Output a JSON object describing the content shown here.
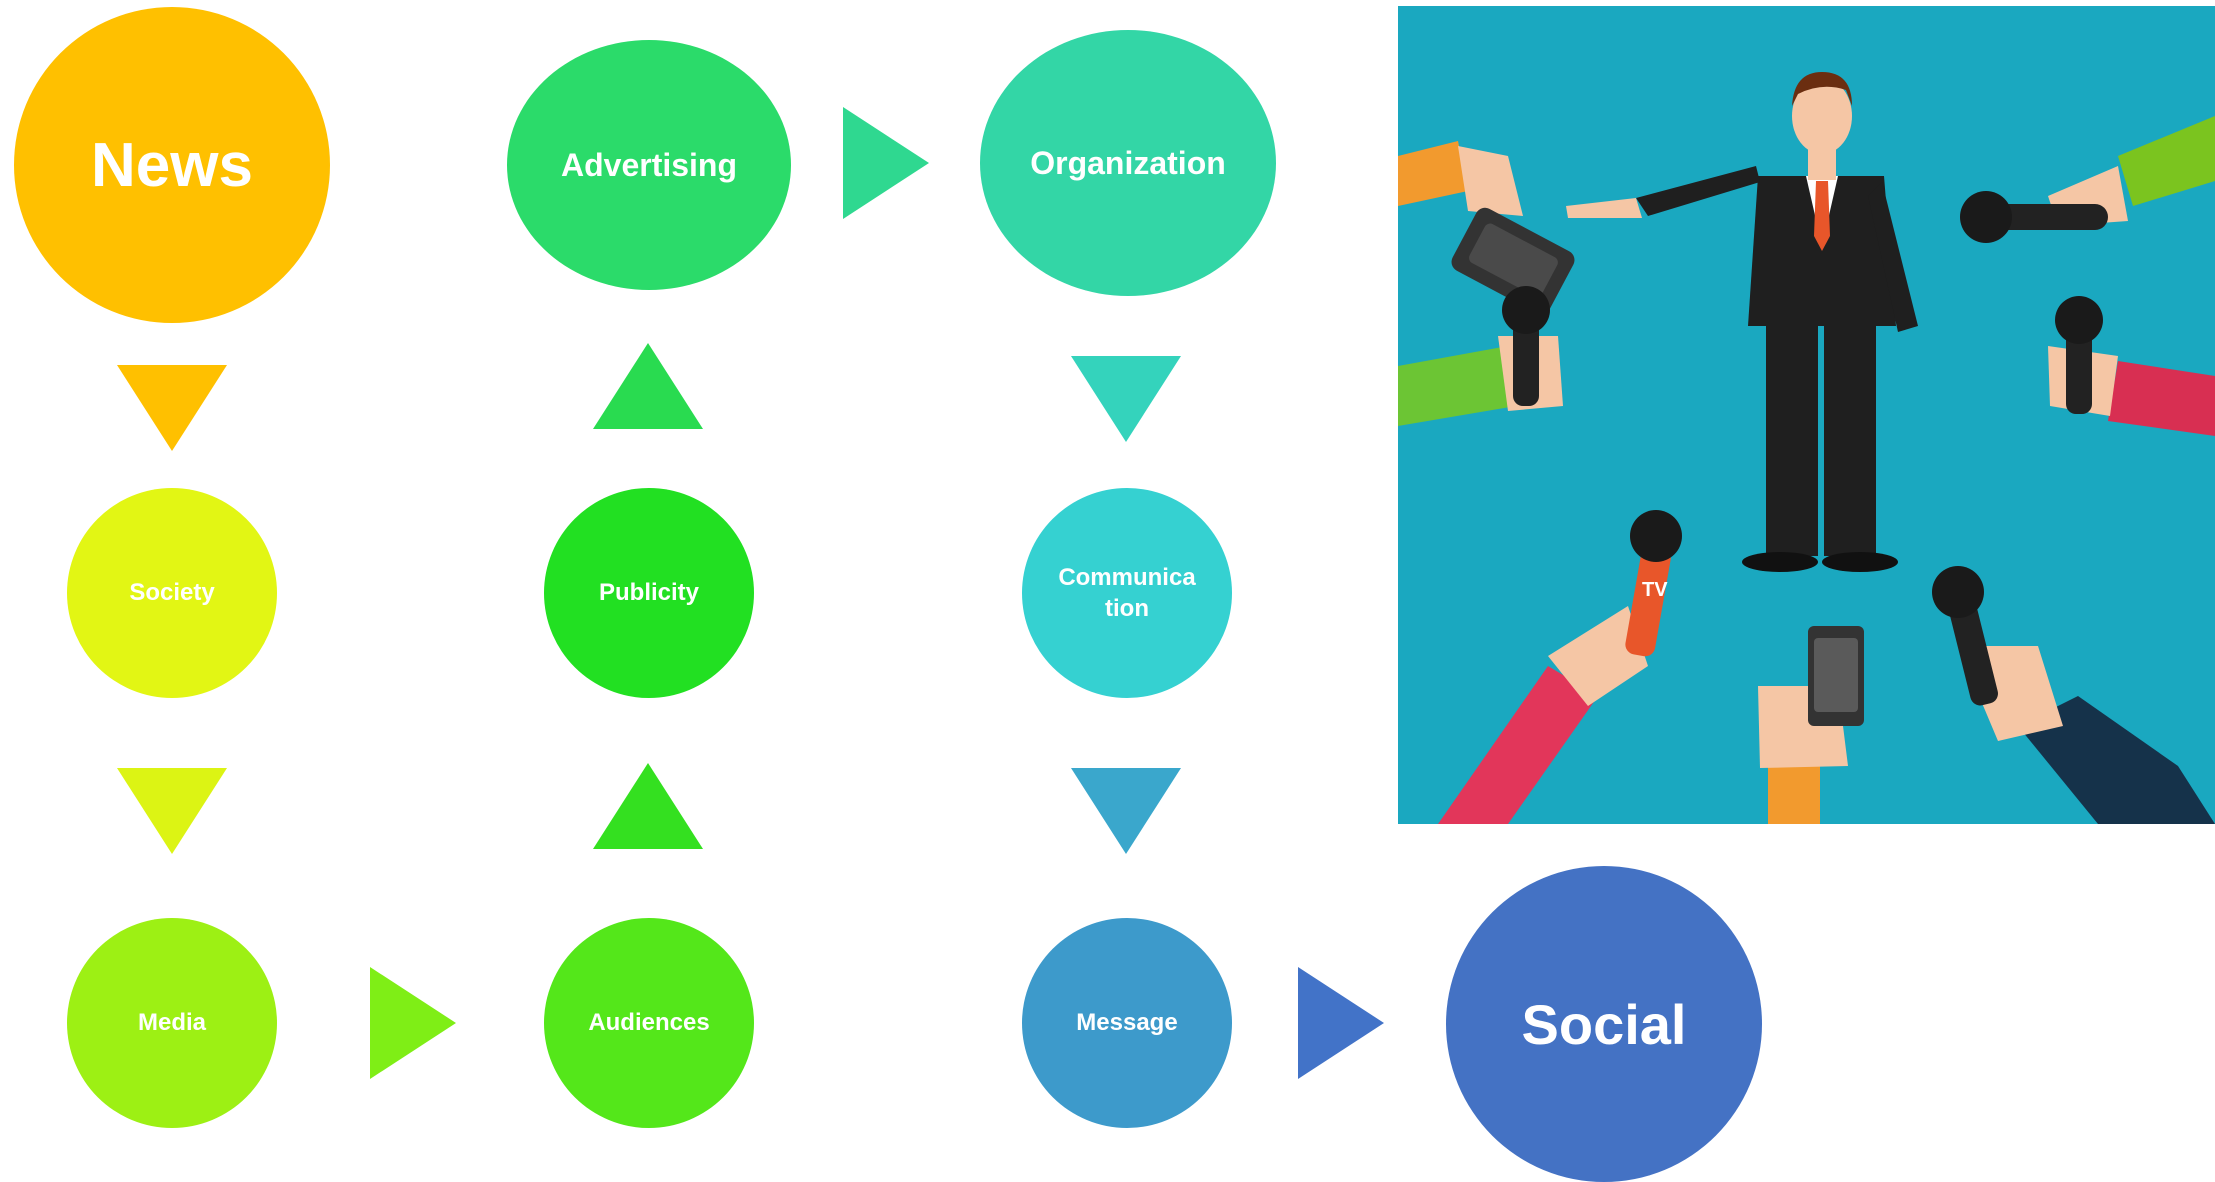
{
  "nodes": {
    "news": "News",
    "advertising": "Advertising",
    "organization": "Organization",
    "society": "Society",
    "publicity": "Publicity",
    "communication": "Communica\ntion",
    "media": "Media",
    "audiences": "Audiences",
    "message": "Message",
    "social": "Social"
  },
  "colors": {
    "news": "#ffc000",
    "advertising": "#2bdb6a",
    "organization": "#33d6a6",
    "society": "#e2f614",
    "publicity": "#22e022",
    "communication": "#35d1d1",
    "media": "#9df014",
    "audiences": "#54e71a",
    "message": "#3d9acb",
    "social": "#4472c4",
    "illustration_bg": "#1aa8c0"
  },
  "illustration": {
    "description_icons": [
      "speaker-figure-icon",
      "microphone-icon",
      "recorder-icon",
      "phone-icon",
      "tv-microphone-icon"
    ],
    "tv_label": "TV"
  }
}
